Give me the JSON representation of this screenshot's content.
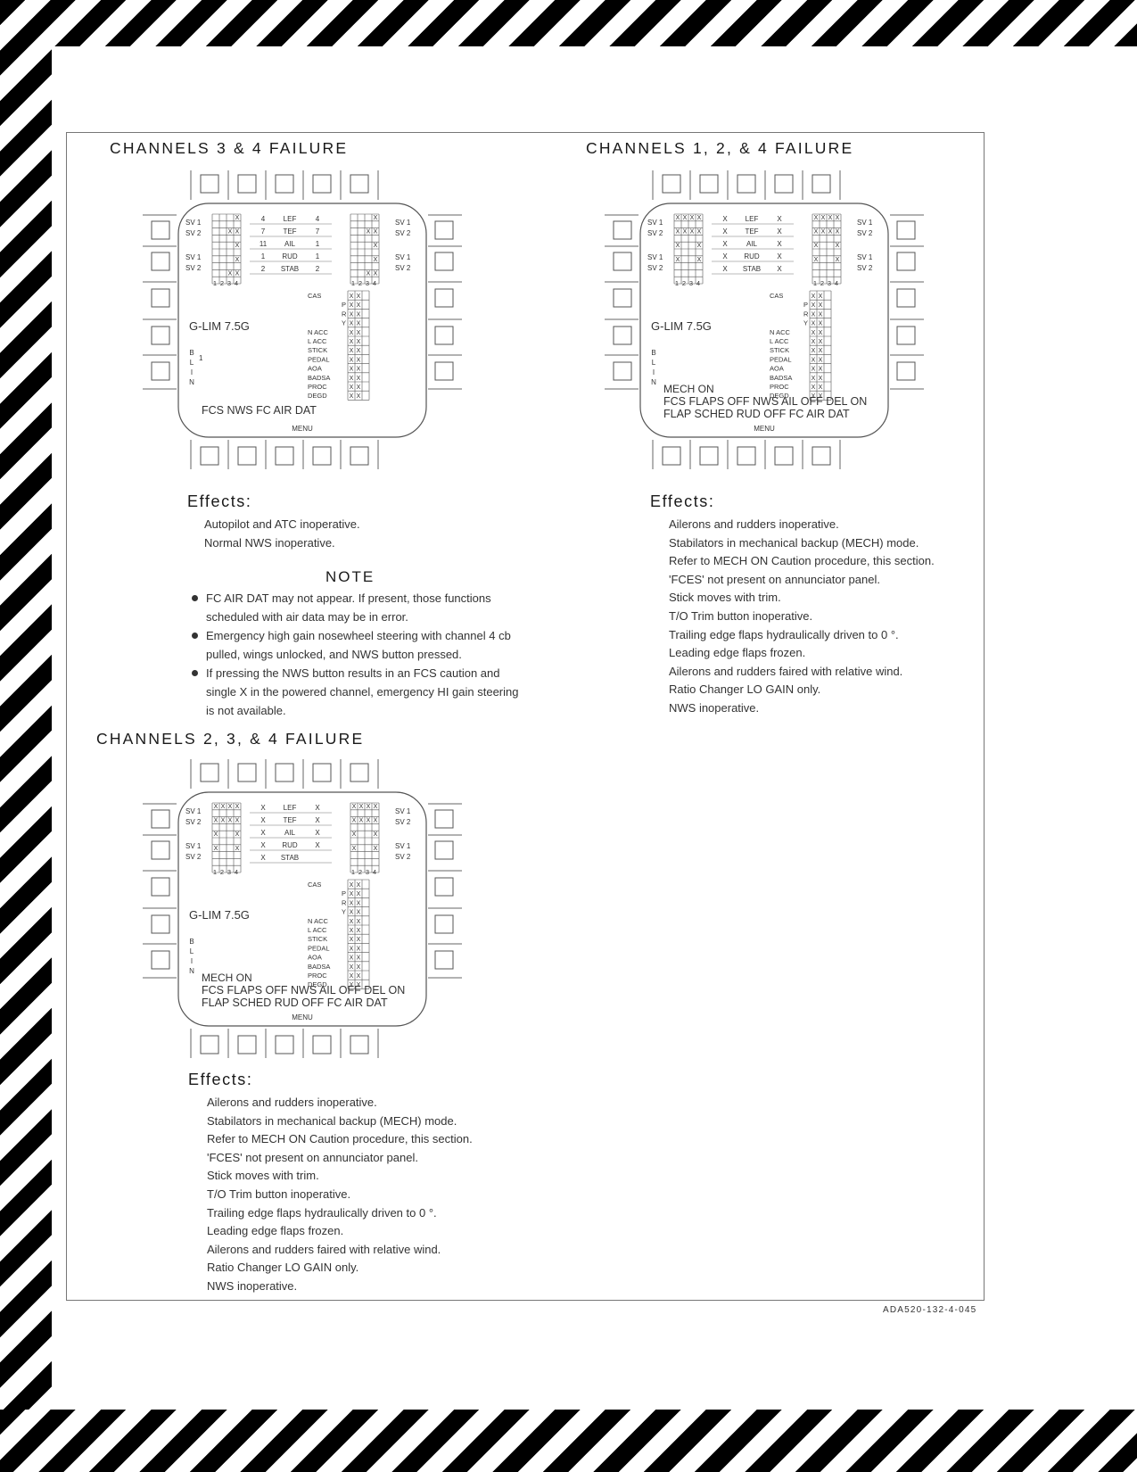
{
  "figure_id": "ADA520-132-4-045",
  "labels": {
    "sv1": "SV 1",
    "sv2": "SV 2",
    "channel_nums": [
      "1",
      "2",
      "3",
      "4"
    ],
    "glim": "G-LIM 7.5G",
    "menu": "MENU",
    "blin": [
      "B",
      "L",
      "I",
      "N"
    ],
    "cas_rows": [
      "CAS",
      "P",
      "R",
      "Y",
      "N ACC",
      "L ACC",
      "STICK",
      "PEDAL",
      "AOA",
      "BADSA",
      "PROC",
      "DEGD"
    ]
  },
  "panels": [
    {
      "title": "CHANNELS 3 & 4 FAILURE",
      "surfaces": [
        {
          "left_label": "4",
          "name": "LEF",
          "right_label": "4"
        },
        {
          "left_label": "7",
          "name": "TEF",
          "right_label": "7"
        },
        {
          "left_label": "11",
          "name": "AIL",
          "right_label": "1"
        },
        {
          "left_label": "1",
          "name": "RUD",
          "right_label": "1"
        },
        {
          "left_label": "2",
          "name": "STAB",
          "right_label": "2"
        }
      ],
      "blin_value": "1",
      "mech_on": "",
      "bottom_line1": "FCS    NWS      FC AIR DAT",
      "bottom_line2": "",
      "effects_heading": "Effects:",
      "effects": [
        "Autopilot and ATC inoperative.",
        "Normal NWS inoperative."
      ],
      "note": {
        "title": "NOTE",
        "items": [
          "FC AIR DAT may not appear.  If present, those functions scheduled with air data may be in error.",
          "Emergency high gain nosewheel steering with channel 4 cb pulled, wings unlocked, and NWS button pressed.",
          "If pressing the NWS button results in an FCS caution and single X in the powered channel, emergency HI gain steering is not available."
        ]
      }
    },
    {
      "title": "CHANNELS 1, 2, & 4  FAILURE",
      "surfaces": [
        {
          "left_label": "X",
          "name": "LEF",
          "right_label": "X"
        },
        {
          "left_label": "X",
          "name": "TEF",
          "right_label": "X"
        },
        {
          "left_label": "X",
          "name": "AIL",
          "right_label": "X"
        },
        {
          "left_label": "X",
          "name": "RUD",
          "right_label": "X"
        },
        {
          "left_label": "X",
          "name": "STAB",
          "right_label": "X"
        }
      ],
      "blin_value": "",
      "mech_on": "MECH ON",
      "bottom_line1": "FCS FLAPS OFF NWS AIL OFF DEL ON",
      "bottom_line2": "FLAP SCHED RUD OFF FC AIR DAT",
      "effects_heading": "Effects:",
      "effects": [
        "Ailerons and rudders inoperative.",
        "Stabilators in mechanical backup (MECH) mode.",
        "Refer to MECH ON Caution procedure, this section.",
        "'FCES' not present on annunciator panel.",
        "Stick moves with trim.",
        "T/O Trim button inoperative.",
        "Trailing edge flaps hydraulically driven to 0 °.",
        "Leading edge flaps frozen.",
        "Ailerons and rudders faired with relative wind.",
        "Ratio Changer LO GAIN only.",
        "NWS inoperative."
      ]
    },
    {
      "title": "CHANNELS 2, 3, & 4 FAILURE",
      "surfaces": [
        {
          "left_label": "X",
          "name": "LEF",
          "right_label": "X"
        },
        {
          "left_label": "X",
          "name": "TEF",
          "right_label": "X"
        },
        {
          "left_label": "X",
          "name": "AIL",
          "right_label": "X"
        },
        {
          "left_label": "X",
          "name": "RUD",
          "right_label": "X"
        },
        {
          "left_label": "X",
          "name": "STAB",
          "right_label": ""
        }
      ],
      "blin_value": "",
      "mech_on": "MECH ON",
      "bottom_line1": "FCS FLAPS OFF NWS AIL OFF DEL ON",
      "bottom_line2": "FLAP SCHED RUD OFF FC AIR DAT",
      "effects_heading": "Effects:",
      "effects": [
        "Ailerons and rudders inoperative.",
        "Stabilators in mechanical backup (MECH) mode.",
        "Refer to MECH ON Caution procedure, this section.",
        "'FCES' not present on annunciator panel.",
        "Stick moves with trim.",
        "T/O Trim button inoperative.",
        "Trailing edge flaps hydraulically driven to 0 °.",
        "Leading edge flaps frozen.",
        "Ailerons and rudders faired with relative wind.",
        "Ratio Changer LO GAIN only.",
        "NWS inoperative."
      ]
    }
  ]
}
